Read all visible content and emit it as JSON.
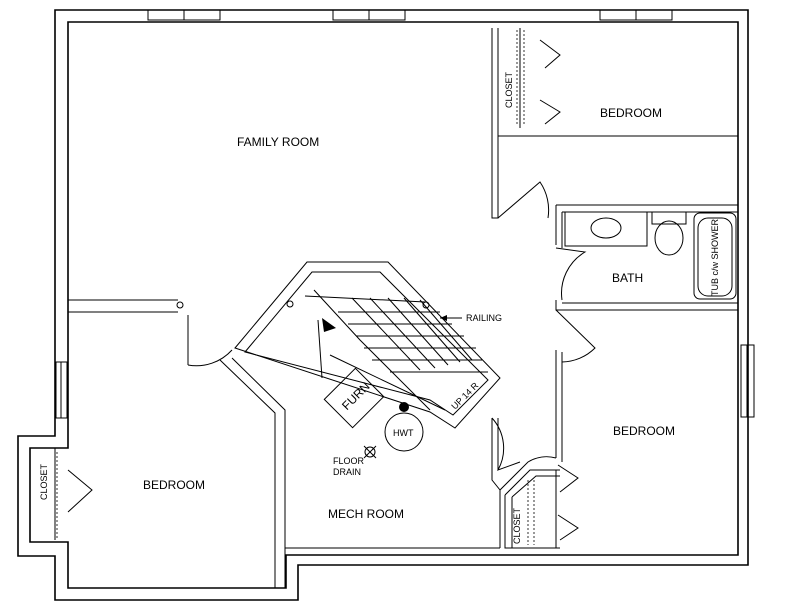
{
  "rooms": {
    "family_room": "FAMILY ROOM",
    "bedroom_top_right": "BEDROOM",
    "bath": "BATH",
    "bedroom_right": "BEDROOM",
    "bedroom_left": "BEDROOM",
    "mech_room": "MECH ROOM"
  },
  "closets": {
    "top": "CLOSET",
    "left": "CLOSET",
    "bottom": "CLOSET"
  },
  "fixtures": {
    "tub": "TUB c/w SHOWER",
    "furnace": "FURN",
    "hwt": "HWT",
    "floor_drain_line1": "FLOOR",
    "floor_drain_line2": "DRAIN",
    "railing": "RAILING",
    "stairs": "UP 14 R"
  }
}
